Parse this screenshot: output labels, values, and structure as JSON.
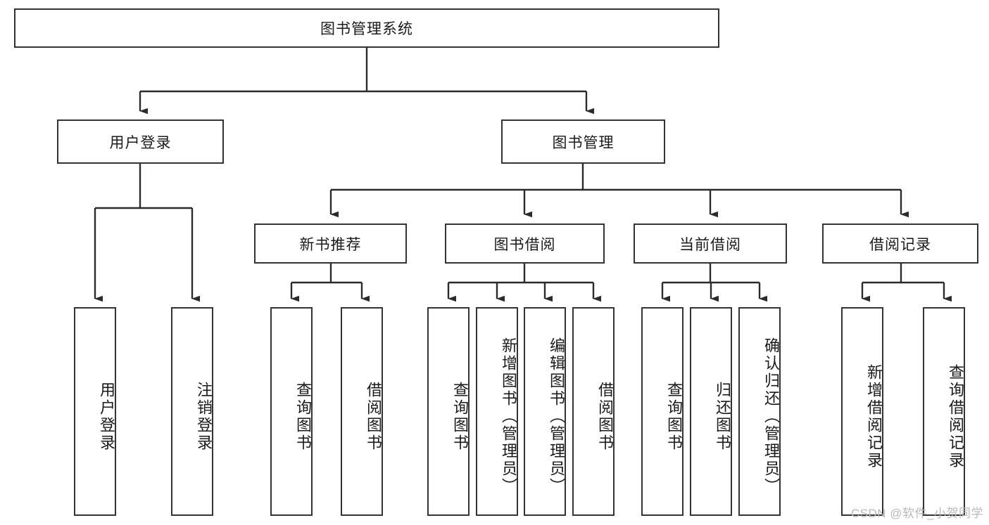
{
  "diagram": {
    "title": "图书管理系统",
    "type": "hierarchy-tree",
    "root": {
      "label": "图书管理系统"
    },
    "level2": [
      {
        "label": "用户登录"
      },
      {
        "label": "图书管理"
      }
    ],
    "level3": [
      {
        "label": "新书推荐"
      },
      {
        "label": "图书借阅"
      },
      {
        "label": "当前借阅"
      },
      {
        "label": "借阅记录"
      }
    ],
    "leaves": {
      "user_login": [
        {
          "label": "用户登录"
        },
        {
          "label": "注销登录"
        }
      ],
      "new_book_recommend": [
        {
          "label": "查询图书"
        },
        {
          "label": "借阅图书"
        }
      ],
      "book_borrow": [
        {
          "label": "查询图书"
        },
        {
          "label": "新增图书（管理员）"
        },
        {
          "label": "编辑图书（管理员）"
        },
        {
          "label": "借阅图书"
        }
      ],
      "current_borrow": [
        {
          "label": "查询图书"
        },
        {
          "label": "归还图书"
        },
        {
          "label": "确认归还（管理员）"
        }
      ],
      "borrow_record": [
        {
          "label": "新增借阅记录"
        },
        {
          "label": "查询借阅记录"
        }
      ]
    }
  },
  "watermark": {
    "text": "CSDN @软件_小贺同学"
  },
  "colors": {
    "stroke": "#333333",
    "fill": "#ffffff",
    "text": "#1a1a1a",
    "watermark": "#b9b9b9"
  }
}
